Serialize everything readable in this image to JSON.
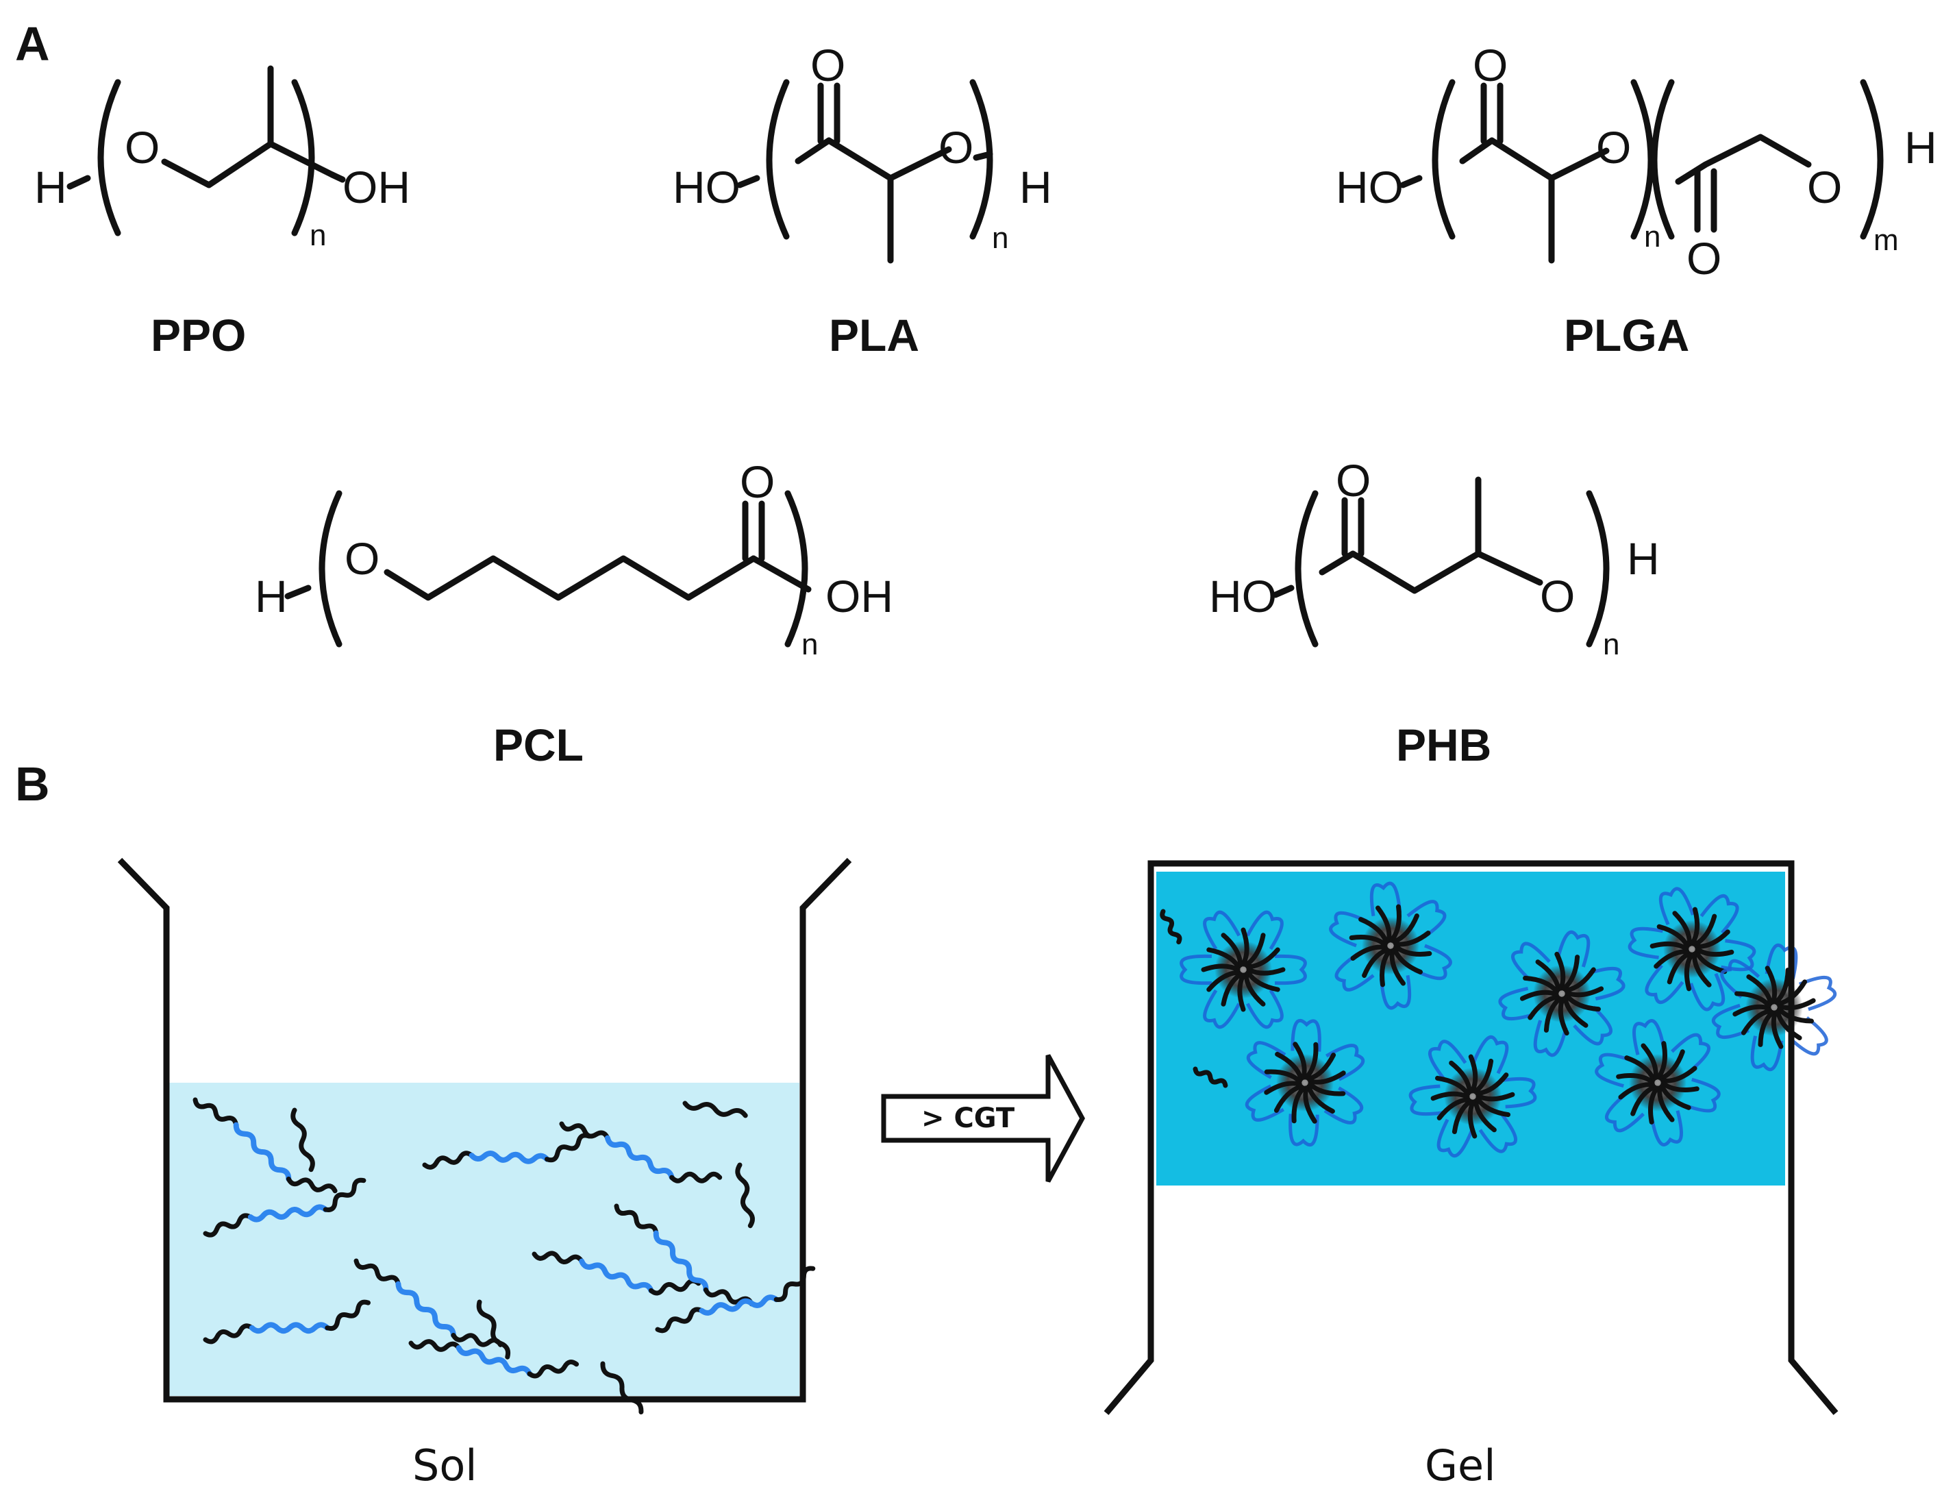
{
  "panels": {
    "a": "A",
    "b": "B"
  },
  "atoms": {
    "H": "H",
    "O": "O",
    "OH": "OH",
    "HO": "HO",
    "n": "n",
    "m": "m"
  },
  "polymers": {
    "ppo": "PPO",
    "pla": "PLA",
    "plga": "PLGA",
    "pcl": "PCL",
    "phb": "PHB"
  },
  "transition": {
    "arrow_label": "> CGT",
    "sol_label": "Sol",
    "gel_label": "Gel"
  },
  "colors": {
    "sol_fill": "#c9eef8",
    "gel_fill": "#14bde3",
    "hydrophilic_block": "#2f86ee",
    "hydrophobic_block": "#111111"
  }
}
